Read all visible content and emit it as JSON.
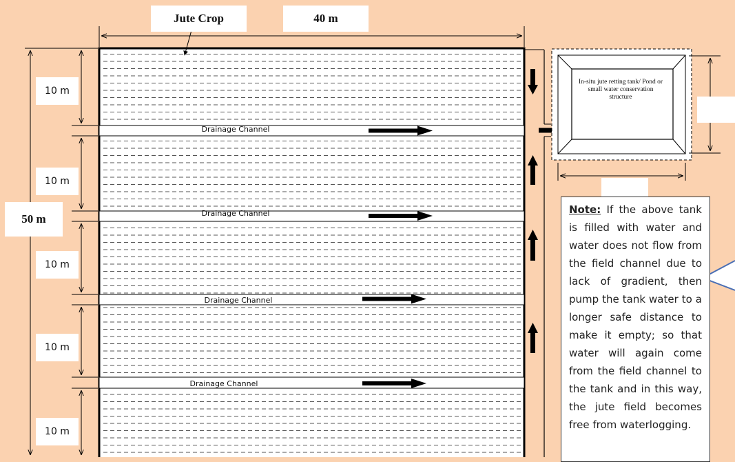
{
  "labels": {
    "crop": "Jute Crop",
    "width": "40 m",
    "height": "50 m",
    "section": "10 m"
  },
  "channels": [
    "Drainage Channel",
    "Drainage Channel",
    "Drainage Channel",
    "Drainage Channel"
  ],
  "tank": {
    "label": "In-situ jute retting tank/ Pond or small water conservation structure"
  },
  "note": {
    "heading": "Note:",
    "text": "If the above tank is filled with water and water does not flow from the field channel due to lack of gradient, then pump the tank water to a longer safe distance to make it empty; so that water will again come from the field channel to the tank and in this way, the jute field becomes free from waterlogging."
  },
  "colors": {
    "background": "#fbd2b0",
    "label_box": "#ffffff",
    "callout": "#4a6fb5"
  }
}
